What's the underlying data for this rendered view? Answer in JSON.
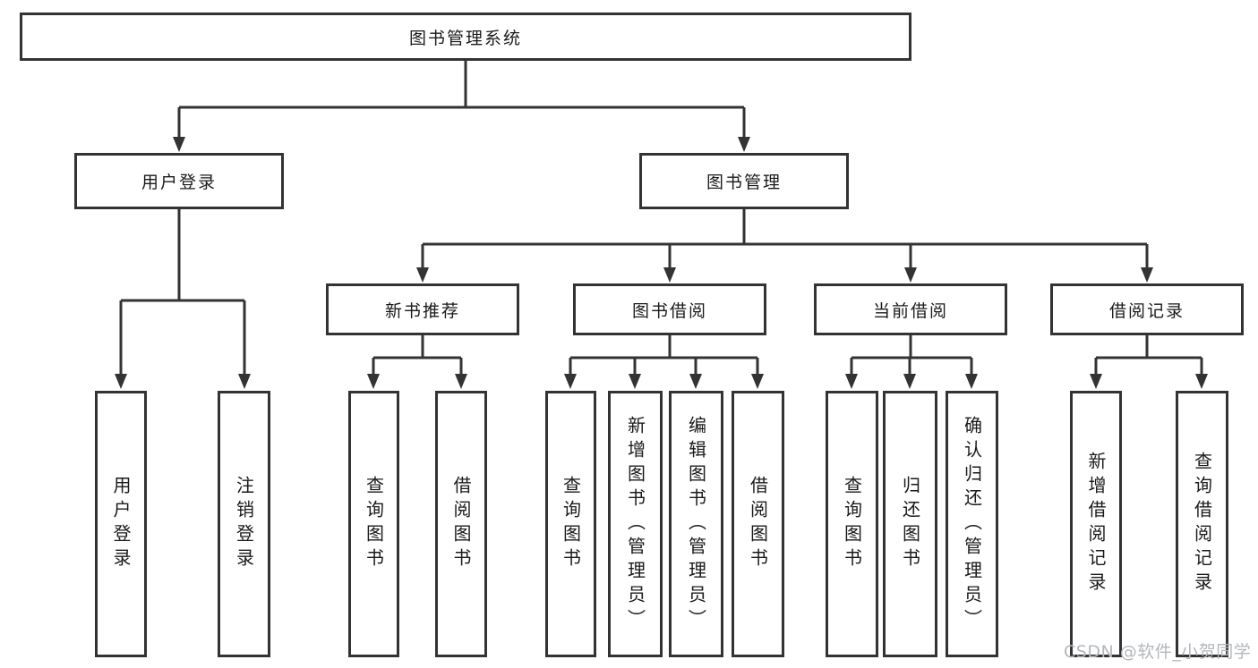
{
  "diagram": {
    "type": "hierarchy-tree",
    "colors": {
      "line": "#333333",
      "box_border": "#333333",
      "box_fill": "#ffffff",
      "text": "#1a1a1a",
      "watermark": "#b3b7bc",
      "background": "#ffffff"
    },
    "nodes": {
      "root": {
        "label": "图书管理系统"
      },
      "user_login": {
        "label": "用户登录"
      },
      "book_management": {
        "label": "图书管理"
      },
      "new_book_recommend": {
        "label": "新书推荐"
      },
      "book_borrowing": {
        "label": "图书借阅"
      },
      "current_borrowing": {
        "label": "当前借阅"
      },
      "borrowing_records": {
        "label": "借阅记录"
      },
      "leaves": {
        "a1": "用户登录",
        "a2": "注销登录",
        "b1": "查询图书",
        "b2": "借阅图书",
        "c1": "查询图书",
        "c2": "新增图书（管理员）",
        "c3": "编辑图书（管理员）",
        "c4": "借阅图书",
        "d1": "查询图书",
        "d2": "归还图书",
        "d3": "确认归还（管理员）",
        "e1": "新增借阅记录",
        "e2": "查询借阅记录"
      }
    },
    "edges": [
      {
        "from": "root",
        "to": [
          "user_login",
          "book_management"
        ]
      },
      {
        "from": "user_login",
        "to": [
          "a1",
          "a2"
        ]
      },
      {
        "from": "book_management",
        "to": [
          "new_book_recommend",
          "book_borrowing",
          "current_borrowing",
          "borrowing_records"
        ]
      },
      {
        "from": "new_book_recommend",
        "to": [
          "b1",
          "b2"
        ]
      },
      {
        "from": "book_borrowing",
        "to": [
          "c1",
          "c2",
          "c3",
          "c4"
        ]
      },
      {
        "from": "current_borrowing",
        "to": [
          "d1",
          "d2",
          "d3"
        ]
      },
      {
        "from": "borrowing_records",
        "to": [
          "e1",
          "e2"
        ]
      }
    ]
  },
  "watermark": {
    "text": "CSDN @软件_小贺同学"
  }
}
